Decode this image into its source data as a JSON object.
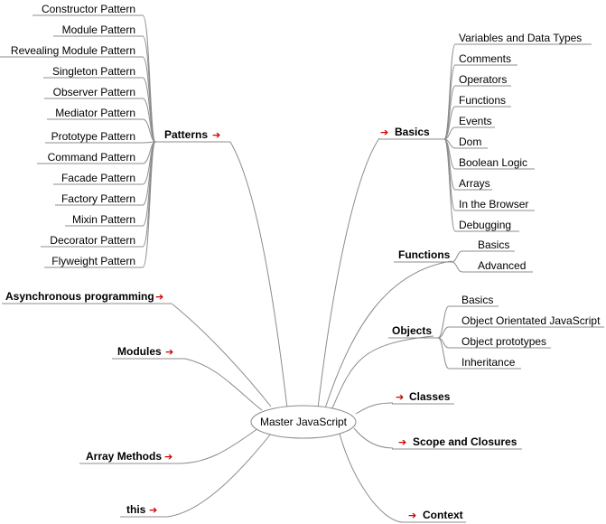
{
  "root": "Master JavaScript",
  "branches": {
    "patterns": {
      "label": "Patterns",
      "children": [
        "Constructor Pattern",
        "Module Pattern",
        "Revealing Module Pattern",
        "Singleton Pattern",
        "Observer Pattern",
        "Mediator Pattern",
        "Prototype Pattern",
        "Command Pattern",
        "Facade Pattern",
        "Factory Pattern",
        "Mixin Pattern",
        "Decorator Pattern",
        "Flyweight Pattern"
      ]
    },
    "basics": {
      "label": "Basics",
      "children": [
        "Variables and Data Types",
        "Comments",
        "Operators",
        "Functions",
        "Events",
        "Dom",
        "Boolean Logic",
        "Arrays",
        "In the Browser",
        "Debugging"
      ]
    },
    "functions": {
      "label": "Functions",
      "children": [
        "Basics",
        "Advanced"
      ]
    },
    "objects": {
      "label": "Objects",
      "children": [
        "Basics",
        "Object Orientated JavaScript",
        "Object prototypes",
        "Inheritance"
      ]
    },
    "async": {
      "label": "Asynchronous programming"
    },
    "modules": {
      "label": "Modules"
    },
    "array_methods": {
      "label": "Array Methods"
    },
    "this": {
      "label": "this"
    },
    "classes": {
      "label": "Classes"
    },
    "scope": {
      "label": "Scope and Closures"
    },
    "context": {
      "label": "Context"
    }
  },
  "colors": {
    "arrow": "#cc0000",
    "edge": "#8c8c8c"
  },
  "icons": {
    "collapsed": "right-arrow-icon"
  },
  "arrow_glyph": "➔"
}
